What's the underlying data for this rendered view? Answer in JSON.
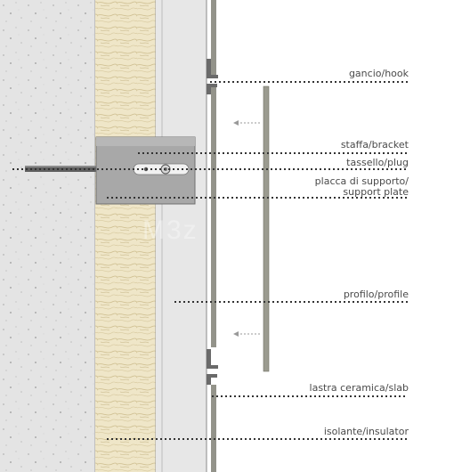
{
  "labels": {
    "hook": "gancio/hook",
    "bracket": "staffa/bracket",
    "plug": "tassello/plug",
    "support_plate_1": "placca di supporto/",
    "support_plate_2": "support plate",
    "profile": "profilo/profile",
    "slab": "lastra ceramica/slab",
    "insulator": "isolante/insulator"
  },
  "watermark": "M3z",
  "colors": {
    "concrete": "#e3e3e3",
    "insulation": "#efe5c6",
    "insulation_fiber": "#c9b98c",
    "board": "#e6e6e6",
    "steel": "#a9a9a9",
    "profile": "#9a9a8f",
    "slab": "#8f8f86",
    "leader": "#333333"
  }
}
